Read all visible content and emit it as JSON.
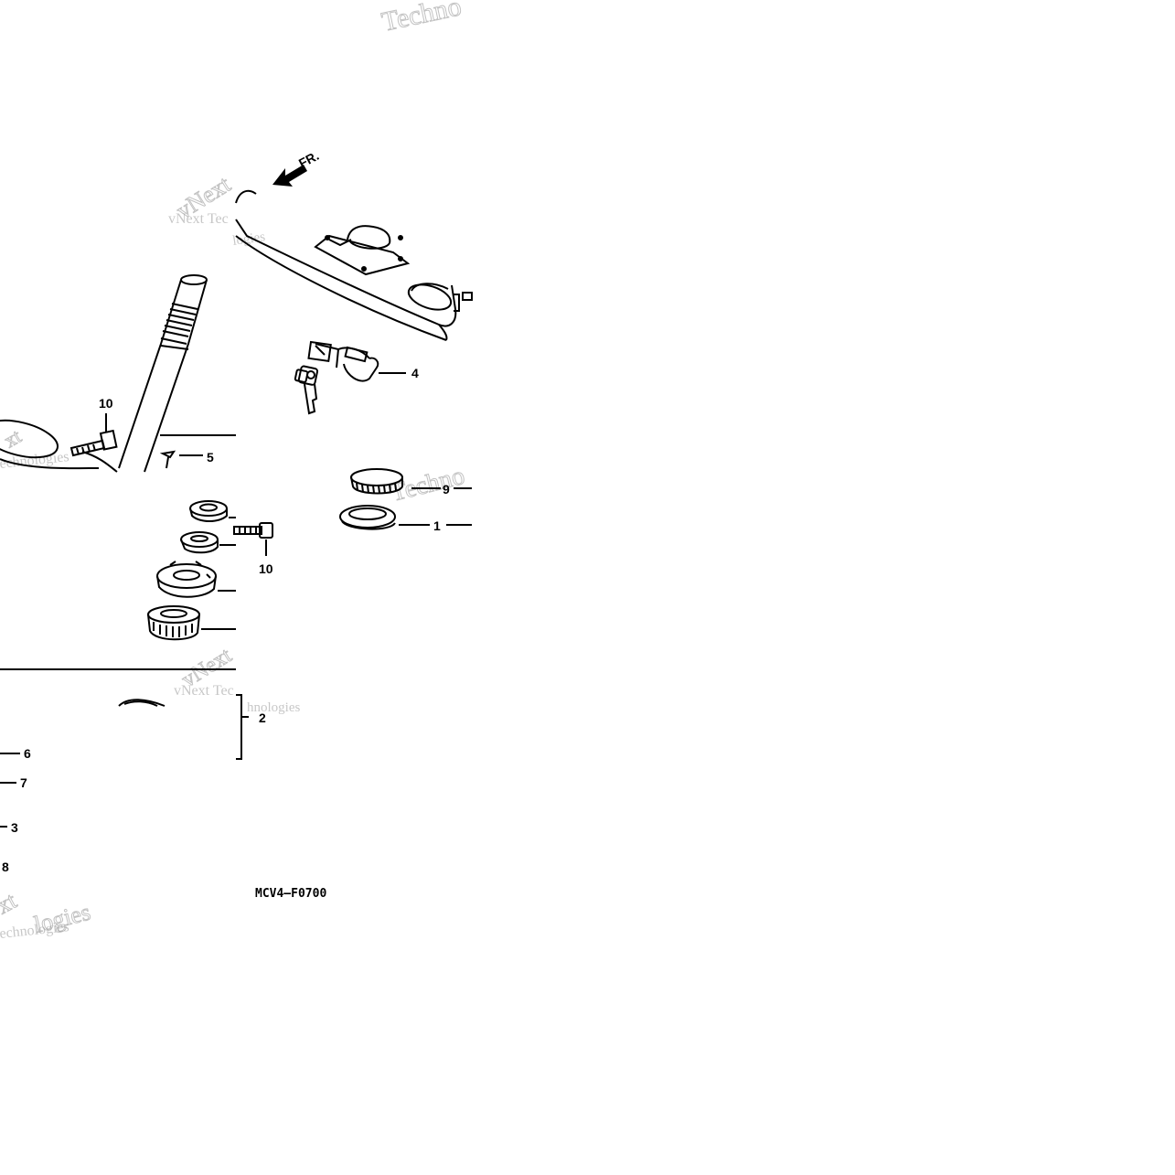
{
  "diagram": {
    "front_marker": "FR.",
    "figure_code": "MCV4—F0700",
    "callouts": [
      "10",
      "5",
      "4",
      "9",
      "1",
      "10",
      "2",
      "6",
      "7",
      "3",
      "8"
    ]
  },
  "watermark": {
    "brand": "vNext",
    "word1": "Technologies",
    "word2": "vNext Tec",
    "word3": "hnologies",
    "word4": "logies",
    "word5": "echnologies",
    "word6": "Techno",
    "word7": "xt"
  },
  "colors": {
    "ink": "#000000",
    "watermark": "#9a9a9a"
  }
}
